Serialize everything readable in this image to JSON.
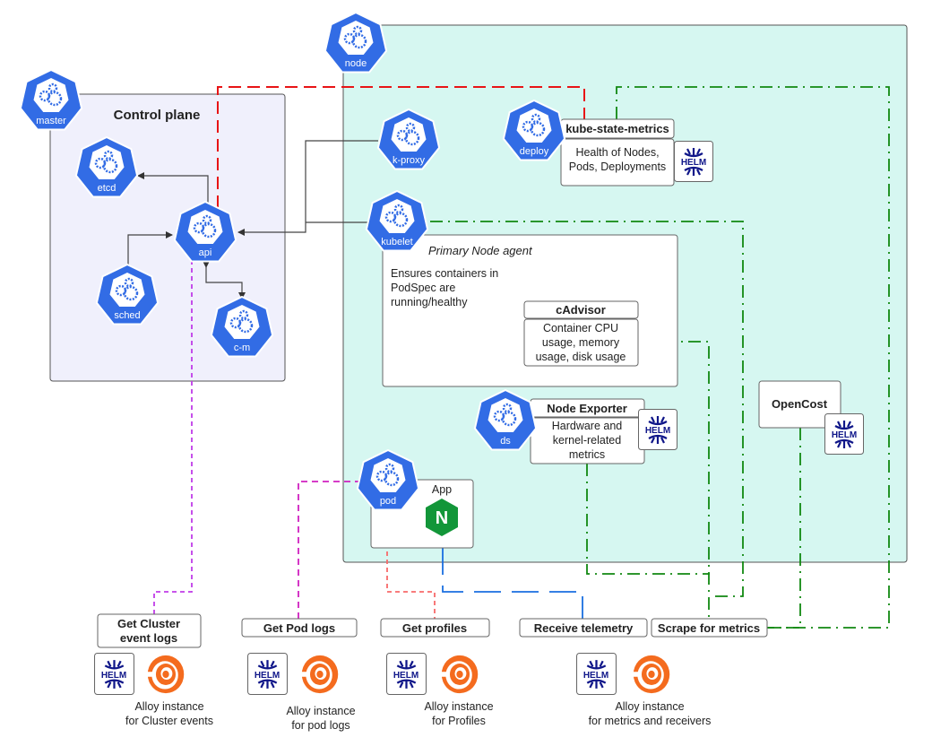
{
  "colors": {
    "k8s_blue": "#326ce5",
    "control_plane_fill": "#f0f0fc",
    "node_fill": "#d6f7f1",
    "api_link": "#e81416",
    "metrics_link": "#118811",
    "cluster_events_link": "#c03ce8",
    "pod_logs_link": "#d020c0",
    "profiles_link": "#f86a6a",
    "telemetry_link": "#1a6fe0",
    "helm_navy": "#0f1689",
    "alloy_orange": "#f46b1e"
  },
  "control_plane": {
    "title": "Control plane"
  },
  "k8s_icons": {
    "master": "master",
    "node": "node",
    "etcd": "etcd",
    "api": "api",
    "sched": "sched",
    "cm": "c-m",
    "kproxy": "k-proxy",
    "kubelet": "kubelet",
    "deploy": "deploy",
    "ds": "ds",
    "pod": "pod"
  },
  "kube_state_metrics": {
    "title": "kube-state-metrics",
    "lines": [
      "Health of Nodes,",
      "Pods, Deployments"
    ]
  },
  "kubelet_box": {
    "title": "Primary Node agent",
    "lines": [
      "Ensures containers in",
      "PodSpec are",
      "running/healthy"
    ]
  },
  "cadvisor": {
    "title": "cAdvisor",
    "lines": [
      "Container CPU",
      "usage, memory",
      "usage, disk usage"
    ]
  },
  "node_exporter": {
    "title": "Node Exporter",
    "lines": [
      "Hardware and",
      "kernel-related",
      "metrics"
    ]
  },
  "opencost": {
    "title": "OpenCost"
  },
  "app": {
    "title": "App",
    "nginx": "N"
  },
  "helm_label": "HELM",
  "endpoints": {
    "cluster_events": [
      "Get Cluster",
      "event logs"
    ],
    "pod_logs": "Get Pod logs",
    "profiles": "Get profiles",
    "telemetry": "Receive telemetry",
    "metrics": "Scrape for metrics"
  },
  "alloy_instances": [
    [
      "Alloy instance",
      "for Cluster events"
    ],
    [
      "Alloy instance",
      "for pod logs"
    ],
    [
      "Alloy instance",
      "for Profiles"
    ],
    [
      "Alloy instance",
      "for metrics and receivers"
    ]
  ]
}
